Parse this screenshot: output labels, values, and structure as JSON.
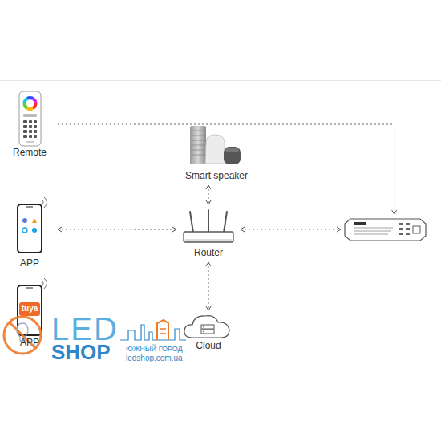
{
  "diagram": {
    "nodes": [
      {
        "text": [
          "Remote"
        ]
      },
      {
        "text": [
          "Smart speaker"
        ]
      },
      {
        "text": [
          "APP"
        ]
      },
      {
        "text": [
          "Router"
        ]
      },
      {
        "text": []
      },
      {
        "text": [
          "tuya",
          "APP"
        ]
      },
      {
        "text": [
          "Cloud"
        ]
      }
    ],
    "edges": [
      {
        "from": 0,
        "to": 4,
        "arrow": "to"
      },
      {
        "from": 1,
        "to": 3,
        "arrow": "both"
      },
      {
        "from": 2,
        "to": 3,
        "arrow": "both"
      },
      {
        "from": 3,
        "to": 4,
        "arrow": "both"
      },
      {
        "from": 3,
        "to": 6,
        "arrow": "both"
      }
    ],
    "labels": [
      "LED",
      "SHOP",
      "ЮЖНЫЙ ГОРОД",
      "ledshop.com.ua"
    ]
  }
}
